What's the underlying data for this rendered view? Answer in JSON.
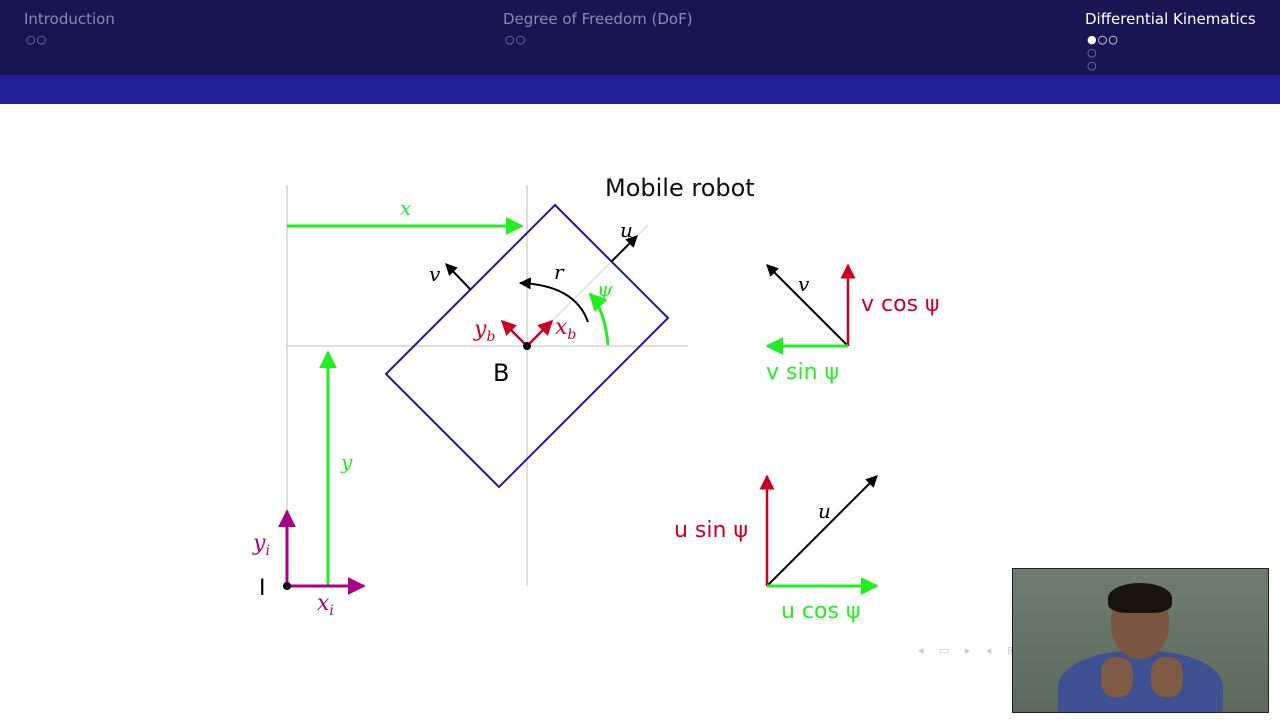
{
  "header": {
    "sections": [
      {
        "label": "Introduction",
        "dots": "○○"
      },
      {
        "label": "Degree of Freedom (DoF)",
        "dots": "○○"
      },
      {
        "label": "Differential Kinematics",
        "dots": "●○○",
        "subdots": [
          "○",
          "○"
        ]
      }
    ]
  },
  "diagram": {
    "title": "Mobile robot",
    "labels": {
      "x": "x",
      "y": "y",
      "u": "u",
      "v": "v",
      "r": "r",
      "psi": "ψ",
      "yb": "y",
      "yb_sub": "b",
      "xb": "x",
      "xb_sub": "b",
      "B": "B",
      "I": "I",
      "yi": "y",
      "yi_sub": "i",
      "xi": "x",
      "xi_sub": "i"
    },
    "decomp_v": {
      "v": "v",
      "vcos": "v cos ψ",
      "vsin": "v sin ψ"
    },
    "decomp_u": {
      "u": "u",
      "usin": "u sin ψ",
      "ucos": "u cos ψ"
    },
    "colors": {
      "green": "#22ee22",
      "red": "#cc0022",
      "magenta": "#aa0088",
      "blue": "#1a1aa0",
      "black": "#000000"
    }
  },
  "nav": {
    "symbols": "◂ ▭ ▸ ◂ ⊞"
  },
  "video": {
    "description_icon": "presenter-video"
  }
}
